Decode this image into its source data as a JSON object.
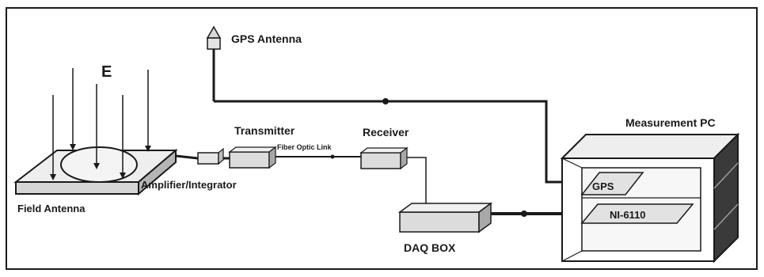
{
  "labels": {
    "gps_antenna": "GPS Antenna",
    "measurement_pc": "Measurement PC",
    "e_field": "E",
    "transmitter": "Transmitter",
    "receiver": "Receiver",
    "fiber_optic_link": "Fiber Optic Link",
    "amplifier_integrator": "Amplifier/Integrator",
    "field_antenna": "Field Antenna",
    "daq_box": "DAQ BOX",
    "gps_card": "GPS",
    "ni_card": "NI-6110"
  }
}
